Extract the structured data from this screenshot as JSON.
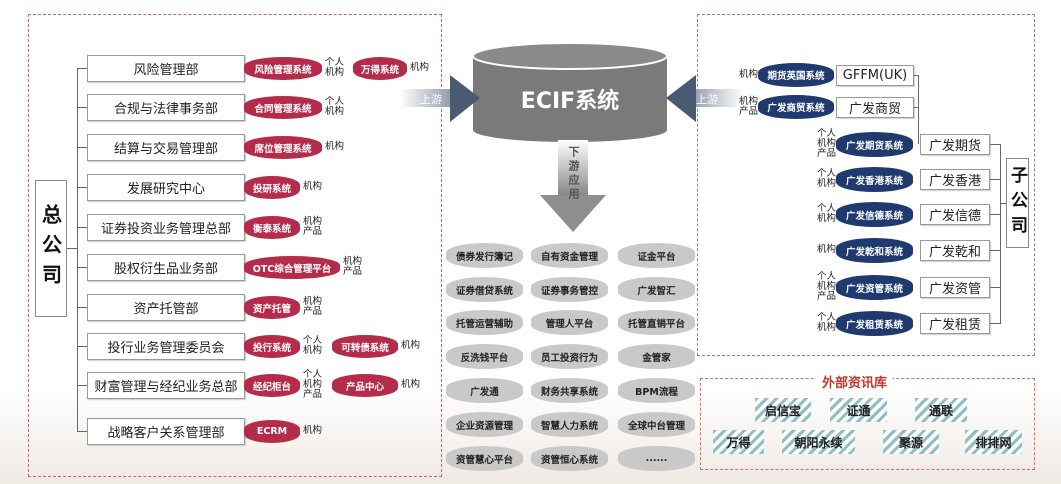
{
  "hq": {
    "label": "总公司",
    "departments": [
      {
        "name": "风险管理部",
        "systems": [
          {
            "name": "风险管理系统",
            "tags": [
              "个人",
              "机构"
            ]
          },
          {
            "name": "万得系统",
            "tags": [
              "机构"
            ]
          }
        ]
      },
      {
        "name": "合规与法律事务部",
        "systems": [
          {
            "name": "合同管理系统",
            "tags": [
              "个人",
              "机构"
            ]
          }
        ]
      },
      {
        "name": "结算与交易管理部",
        "systems": [
          {
            "name": "席位管理系统",
            "tags": [
              "机构"
            ]
          }
        ]
      },
      {
        "name": "发展研究中心",
        "systems": [
          {
            "name": "投研系统",
            "tags": [
              "机构"
            ]
          }
        ]
      },
      {
        "name": "证券投资业务管理总部",
        "systems": [
          {
            "name": "衡泰系统",
            "tags": [
              "机构",
              "产品"
            ]
          }
        ]
      },
      {
        "name": "股权衍生品业务部",
        "systems": [
          {
            "name": "OTC综合管理平台",
            "tags": [
              "机构",
              "产品"
            ]
          }
        ]
      },
      {
        "name": "资产托管部",
        "systems": [
          {
            "name": "资产托管",
            "tags": [
              "机构",
              "产品"
            ]
          }
        ]
      },
      {
        "name": "投行业务管理委员会",
        "systems": [
          {
            "name": "投行系统",
            "tags": [
              "个人",
              "机构"
            ]
          },
          {
            "name": "可转债系统",
            "tags": [
              "机构"
            ]
          }
        ]
      },
      {
        "name": "财富管理与经纪业务总部",
        "systems": [
          {
            "name": "经纪柜台",
            "tags": [
              "个人",
              "机构",
              "产品"
            ]
          },
          {
            "name": "产品中心",
            "tags": [
              "机构"
            ]
          }
        ]
      },
      {
        "name": "战略客户关系管理部",
        "systems": [
          {
            "name": "ECRM",
            "tags": [
              "机构"
            ]
          }
        ]
      }
    ]
  },
  "ecif": {
    "title": "ECIF系统",
    "upstream_left": "上游",
    "upstream_right": "上游",
    "downstream": "下游应用"
  },
  "downstream_apps": [
    "债券发行簿记",
    "自有资金管理",
    "证金平台",
    "证券借贷系统",
    "证券事务管控",
    "广发智汇",
    "托管运营辅助",
    "管理人平台",
    "托管直销平台",
    "反洗钱平台",
    "员工投资行为",
    "金管家",
    "广发通",
    "财务共享系统",
    "BPM流程",
    "企业资源管理",
    "智慧人力系统",
    "全球中台管理",
    "资管慧心平台",
    "资管恒心系统",
    "......"
  ],
  "subsidiaries": {
    "label": "子公司",
    "overseas": [
      {
        "entity": "GFFM(UK)",
        "system": "期货英国系统",
        "tags": [
          "机构"
        ]
      },
      {
        "entity": "广发商贸",
        "system": "广发商贸系统",
        "tags": [
          "机构",
          "产品"
        ]
      }
    ],
    "companies": [
      {
        "entity": "广发期货",
        "system": "广发期货系统",
        "tags": [
          "个人",
          "机构",
          "产品"
        ]
      },
      {
        "entity": "广发香港",
        "system": "广发香港系统",
        "tags": [
          "个人",
          "机构"
        ]
      },
      {
        "entity": "广发信德",
        "system": "广发信德系统",
        "tags": [
          "个人",
          "机构"
        ]
      },
      {
        "entity": "广发乾和",
        "system": "广发乾和系统",
        "tags": [
          "机构"
        ]
      },
      {
        "entity": "广发资管",
        "system": "广发资管系统",
        "tags": [
          "个人",
          "机构",
          "产品"
        ]
      },
      {
        "entity": "广发租赁",
        "system": "广发租赁系统",
        "tags": [
          "个人",
          "机构"
        ]
      }
    ]
  },
  "external": {
    "title": "外部资讯库",
    "items": [
      "启信宝",
      "证通",
      "通联",
      "万得",
      "朝阳永续",
      "聚源",
      "排排网"
    ]
  },
  "colors": {
    "hq_system": "#b52c4b",
    "sub_system": "#1f3a6e",
    "downstream": "#c9c9c9",
    "ecif": "#7a7a7a",
    "external_title": "#c0392b"
  }
}
